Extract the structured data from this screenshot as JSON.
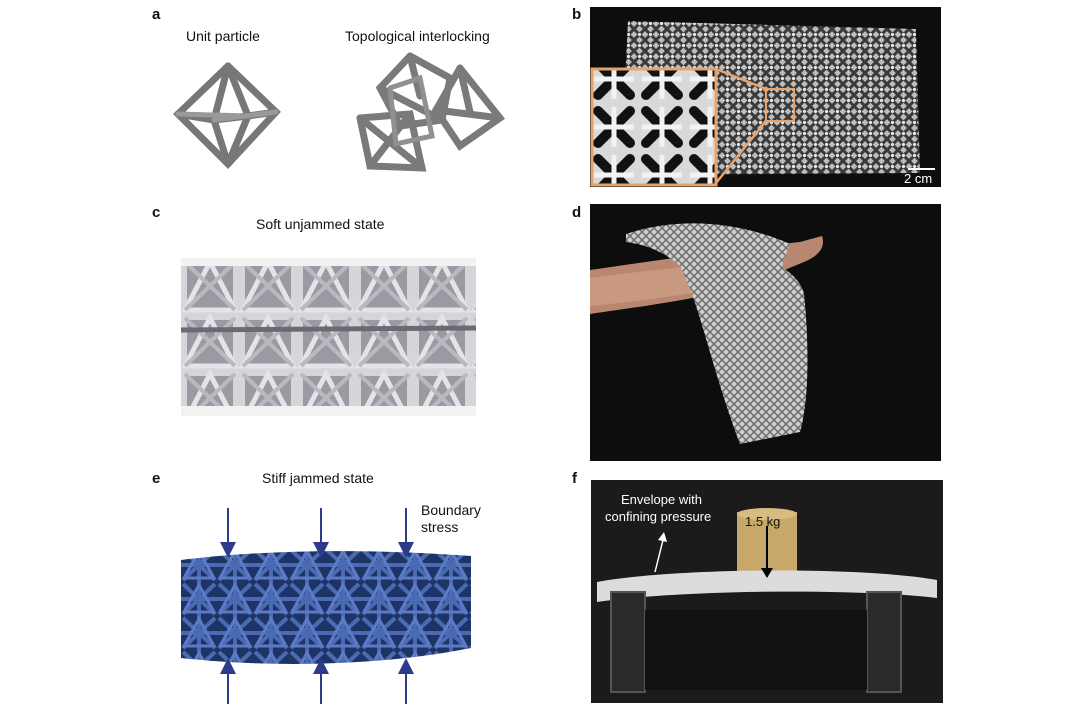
{
  "panels": {
    "a": {
      "label": "a",
      "left_caption": "Unit particle",
      "right_caption": "Topological interlocking"
    },
    "b": {
      "label": "b",
      "scale_bar": "2 cm"
    },
    "c": {
      "label": "c",
      "caption": "Soft unjammed state"
    },
    "d": {
      "label": "d"
    },
    "e": {
      "label": "e",
      "caption": "Stiff jammed state",
      "stress_line1": "Boundary",
      "stress_line2": "stress"
    },
    "f": {
      "label": "f",
      "envelope_line1": "Envelope with",
      "envelope_line2": "confining pressure",
      "weight": "1.5 kg"
    }
  },
  "colors": {
    "accent": "#e8a36b",
    "arrow_blue": "#2e3a8c",
    "jammed_blue": "#2f4f8f",
    "particle_grey": "#8a8a8a"
  }
}
